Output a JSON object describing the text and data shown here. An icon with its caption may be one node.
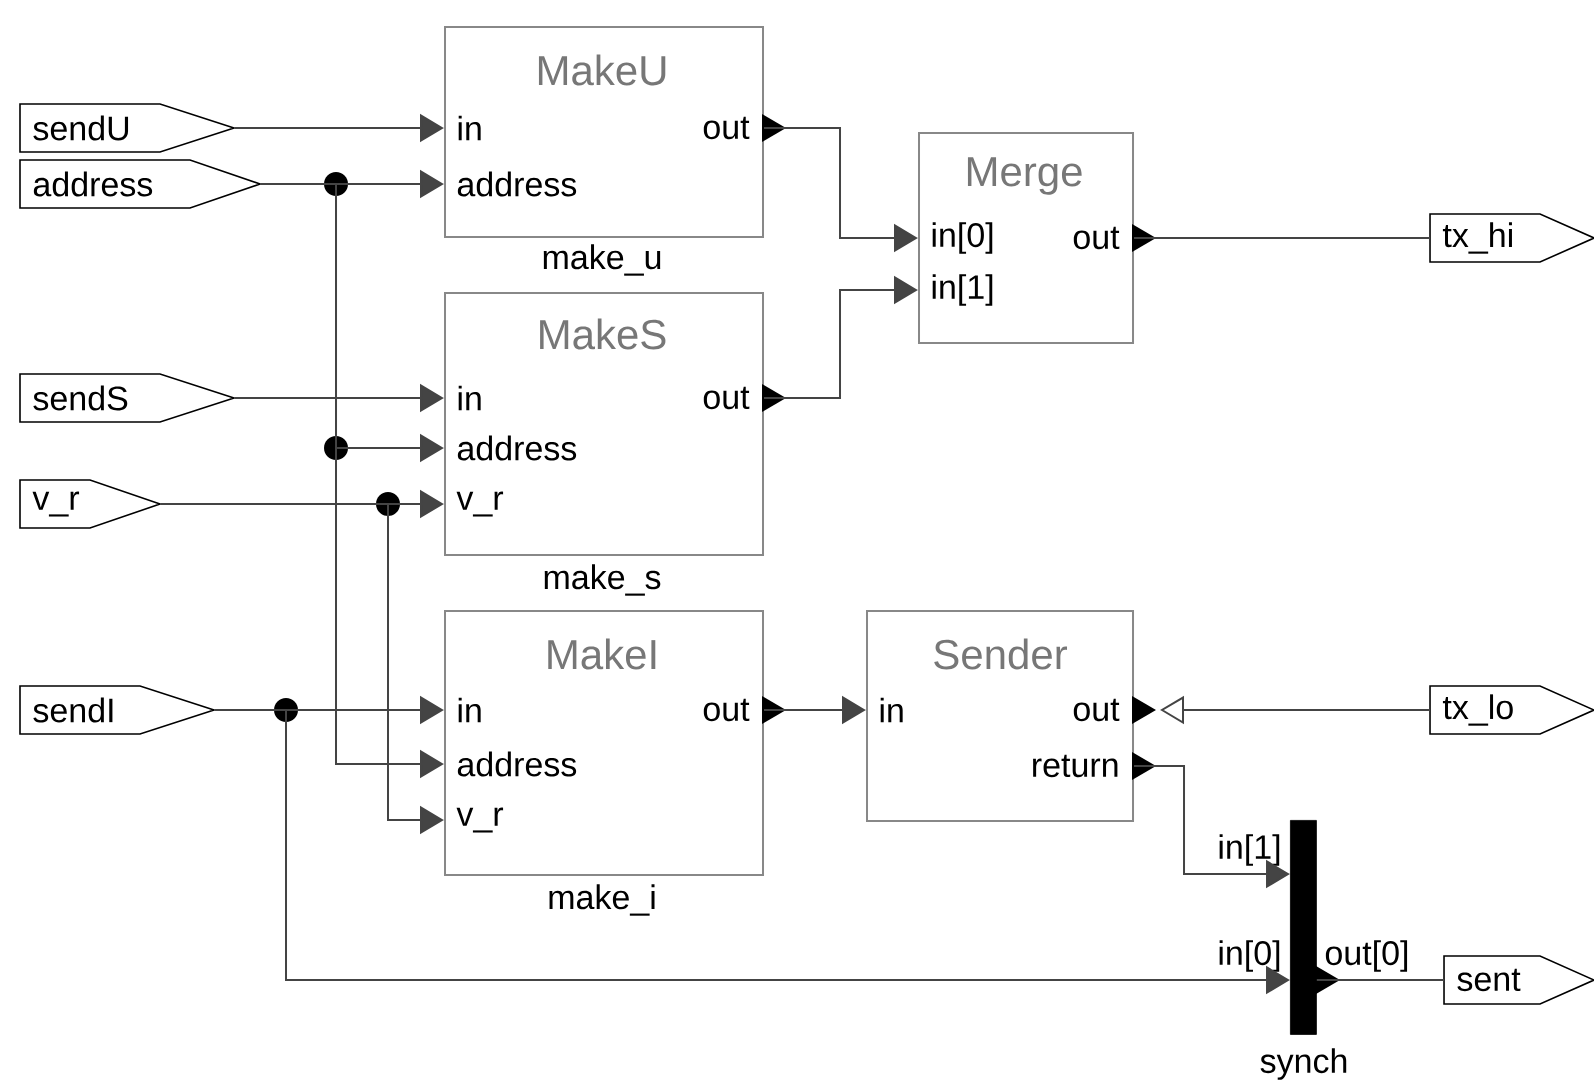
{
  "diagram": {
    "nodes": [
      {
        "text": [
          "sendU"
        ]
      },
      {
        "text": [
          "address"
        ]
      },
      {
        "text": [
          "sendS"
        ]
      },
      {
        "text": [
          "v_r"
        ]
      },
      {
        "text": [
          "sendI"
        ]
      },
      {
        "text": [
          "MakeU",
          "in",
          "out",
          "address"
        ],
        "beside": [
          "make_u"
        ]
      },
      {
        "text": [
          "MakeS",
          "in",
          "out",
          "address",
          "v_r"
        ],
        "beside": [
          "make_s"
        ]
      },
      {
        "text": [
          "MakeI",
          "in",
          "out",
          "address",
          "v_r"
        ],
        "beside": [
          "make_i"
        ]
      },
      {
        "text": [
          "Merge",
          "in[0]",
          "out",
          "in[1]"
        ]
      },
      {
        "text": [
          "Sender",
          "in",
          "out",
          "return"
        ]
      },
      {
        "text": [],
        "shape": "bar",
        "beside": [
          "in[1]",
          "in[0]",
          "out[0]",
          "synch"
        ]
      },
      {
        "text": [
          "tx_hi"
        ]
      },
      {
        "text": [
          "tx_lo"
        ]
      },
      {
        "text": [
          "sent"
        ]
      }
    ],
    "edges": [
      {
        "from": 0,
        "to": 5,
        "arrow": "to"
      },
      {
        "from": 1,
        "to": 5,
        "arrow": "to"
      },
      {
        "from": 1,
        "to": 6,
        "arrow": "to"
      },
      {
        "from": 1,
        "to": 7,
        "arrow": "to"
      },
      {
        "from": 2,
        "to": 6,
        "arrow": "to"
      },
      {
        "from": 3,
        "to": 6,
        "arrow": "to"
      },
      {
        "from": 3,
        "to": 7,
        "arrow": "to"
      },
      {
        "from": 4,
        "to": 7,
        "arrow": "to"
      },
      {
        "from": 4,
        "to": 10,
        "arrow": "to"
      },
      {
        "from": 5,
        "to": 8,
        "arrow": "to"
      },
      {
        "from": 6,
        "to": 8,
        "arrow": "to"
      },
      {
        "from": 8,
        "to": 11,
        "arrow": "none"
      },
      {
        "from": 7,
        "to": 9,
        "arrow": "to"
      },
      {
        "from": 12,
        "to": 9,
        "arrow": "to"
      },
      {
        "from": 9,
        "to": 10,
        "arrow": "to"
      },
      {
        "from": 10,
        "to": 13,
        "arrow": "none"
      }
    ]
  }
}
